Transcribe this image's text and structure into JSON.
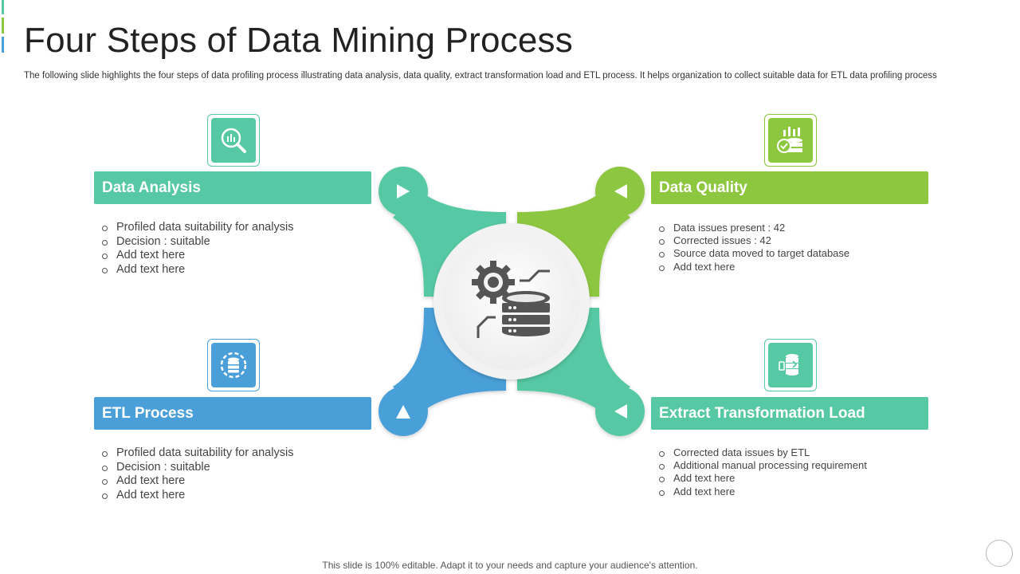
{
  "colors": {
    "teal": "#56C8A3",
    "green": "#8DC63F",
    "blue": "#4A9FD8",
    "dark_icon": "#555555"
  },
  "header": {
    "title": "Four Steps of Data Mining Process",
    "subtitle": "The following slide highlights the four steps of data profiling process illustrating data analysis, data quality, extract transformation load and ETL process. It helps organization to collect suitable data for ETL data profiling process"
  },
  "steps": [
    {
      "label": "Data Analysis",
      "icon": "magnifier-chart-icon",
      "points": [
        "Profiled data suitability for analysis",
        "Decision : suitable",
        "Add text here",
        "Add text here"
      ]
    },
    {
      "label": "Data Quality",
      "icon": "quality-data-icon",
      "points": [
        "Data issues present : 42",
        "Corrected issues : 42",
        "Source data moved to target database",
        "Add text here"
      ]
    },
    {
      "label": "ETL Process",
      "icon": "database-gear-icon",
      "points": [
        "Profiled data suitability for analysis",
        "Decision : suitable",
        "Add text here",
        "Add text here"
      ]
    },
    {
      "label": "Extract Transformation Load",
      "icon": "data-transfer-icon",
      "points": [
        "Corrected data issues by ETL",
        "Additional manual processing requirement",
        "Add text here",
        "Add text here"
      ]
    }
  ],
  "center_icon": "gear-database-icon",
  "footer": "This slide is 100% editable. Adapt it to your needs and capture your audience's attention."
}
